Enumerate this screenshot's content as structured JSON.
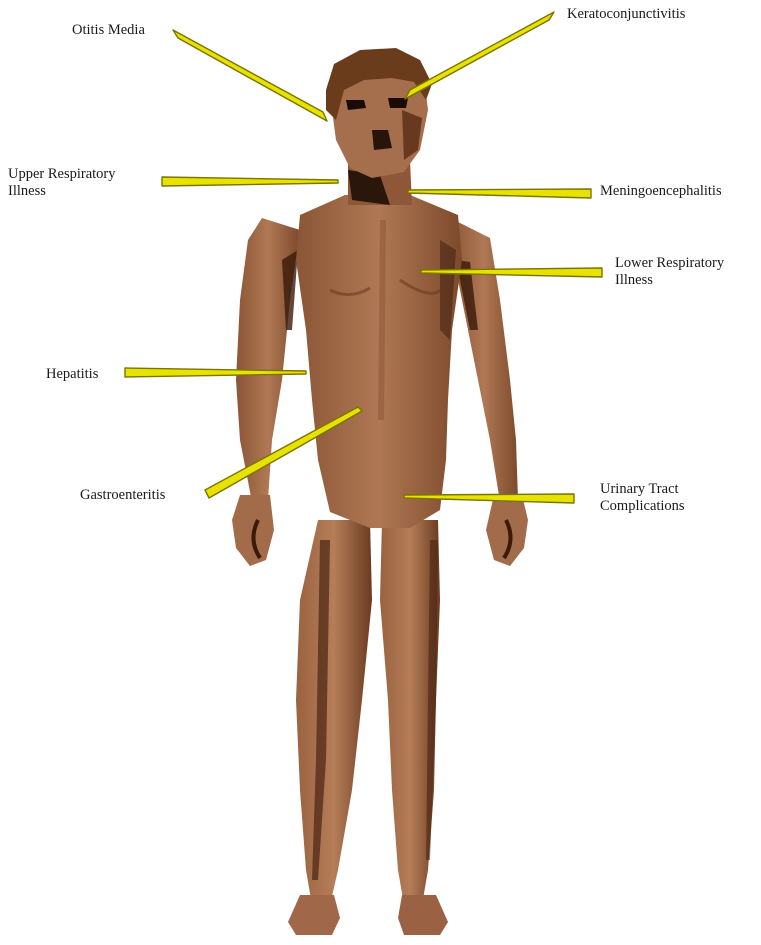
{
  "figure": {
    "labels": {
      "otitis_media": [
        "Otitis Media"
      ],
      "keratoconjunctivitis": [
        "Keratoconjunctivitis"
      ],
      "upper_respiratory": [
        "Upper Respiratory",
        "Illness"
      ],
      "meningoencephalitis": [
        "Meningoencephalitis"
      ],
      "lower_respiratory": [
        "Lower Respiratory",
        "Illness"
      ],
      "hepatitis": [
        "Hepatitis"
      ],
      "gastroenteritis": [
        "Gastroenteritis"
      ],
      "urinary_tract": [
        "Urinary Tract",
        "Complications"
      ]
    },
    "colors": {
      "arrow_fill": "#e8e200",
      "arrow_stroke": "#7a7400",
      "skin": "#a0694a",
      "skin_shadow": "#4a2412",
      "skin_highlight": "#c08a66",
      "hair": "#6b3c1c",
      "background": "#ffffff"
    }
  }
}
